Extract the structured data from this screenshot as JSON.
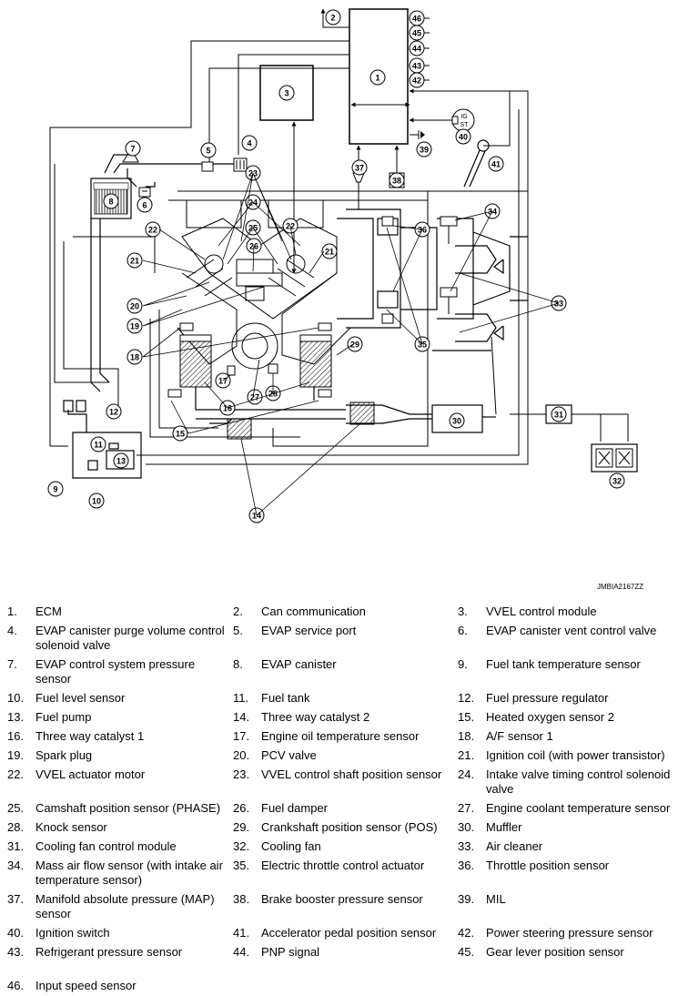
{
  "figure_id": "JMBIA2167ZZ",
  "callouts": {
    "1": "1",
    "2": "2",
    "3": "3",
    "4": "4",
    "5": "5",
    "6": "6",
    "7": "7",
    "8": "8",
    "9": "9",
    "10": "10",
    "11": "11",
    "12": "12",
    "13": "13",
    "14": "14",
    "15": "15",
    "16": "16",
    "17": "17",
    "18": "18",
    "19": "19",
    "20": "20",
    "21": "21",
    "22": "22",
    "23": "23",
    "24": "24",
    "25": "25",
    "26": "26",
    "27": "27",
    "28": "28",
    "29": "29",
    "30": "30",
    "31": "31",
    "32": "32",
    "33": "33",
    "34": "34",
    "35": "35",
    "36": "36",
    "37": "37",
    "38": "38",
    "39": "39",
    "40": "40",
    "41": "41",
    "42": "42",
    "43": "43",
    "44": "44",
    "45": "45",
    "46": "46"
  },
  "ignition_labels": {
    "ig": "IG",
    "st": "ST"
  },
  "legend": [
    [
      {
        "num": "1.",
        "text": "ECM"
      },
      {
        "num": "2.",
        "text": "Can communication"
      },
      {
        "num": "3.",
        "text": "VVEL control module"
      }
    ],
    [
      {
        "num": "4.",
        "text": "EVAP canister purge volume control solenoid valve"
      },
      {
        "num": "5.",
        "text": "EVAP service port"
      },
      {
        "num": "6.",
        "text": "EVAP canister vent control valve"
      }
    ],
    [
      {
        "num": "7.",
        "text": "EVAP control system pressure sensor"
      },
      {
        "num": "8.",
        "text": "EVAP canister"
      },
      {
        "num": "9.",
        "text": "Fuel tank temperature sensor"
      }
    ],
    [
      {
        "num": "10.",
        "text": "Fuel level sensor"
      },
      {
        "num": "11.",
        "text": "Fuel tank"
      },
      {
        "num": "12.",
        "text": "Fuel pressure regulator"
      }
    ],
    [
      {
        "num": "13.",
        "text": "Fuel pump"
      },
      {
        "num": "14.",
        "text": "Three way catalyst 2"
      },
      {
        "num": "15.",
        "text": "Heated oxygen sensor 2"
      }
    ],
    [
      {
        "num": "16.",
        "text": "Three way catalyst 1"
      },
      {
        "num": "17.",
        "text": "Engine oil temperature sensor"
      },
      {
        "num": "18.",
        "text": "A/F sensor 1"
      }
    ],
    [
      {
        "num": "19.",
        "text": "Spark plug"
      },
      {
        "num": "20.",
        "text": "PCV valve"
      },
      {
        "num": "21.",
        "text": "Ignition coil (with power transistor)"
      }
    ],
    [
      {
        "num": "22.",
        "text": "VVEL actuator motor"
      },
      {
        "num": "23.",
        "text": "VVEL control shaft position sensor"
      },
      {
        "num": "24.",
        "text": "Intake valve timing control solenoid valve"
      }
    ],
    [
      {
        "num": "25.",
        "text": "Camshaft position sensor (PHASE)"
      },
      {
        "num": "26.",
        "text": "Fuel damper"
      },
      {
        "num": "27.",
        "text": "Engine coolant temperature sensor"
      }
    ],
    [
      {
        "num": "28.",
        "text": "Knock sensor"
      },
      {
        "num": "29.",
        "text": "Crankshaft position sensor (POS)"
      },
      {
        "num": "30.",
        "text": "Muffler"
      }
    ],
    [
      {
        "num": "31.",
        "text": "Cooling fan control module"
      },
      {
        "num": "32.",
        "text": "Cooling fan"
      },
      {
        "num": "33.",
        "text": "Air cleaner"
      }
    ],
    [
      {
        "num": "34.",
        "text": "Mass air flow sensor (with intake air temperature sensor)"
      },
      {
        "num": "35.",
        "text": "Electric throttle control actuator"
      },
      {
        "num": "36.",
        "text": "Throttle position sensor"
      }
    ],
    [
      {
        "num": "37.",
        "text": "Manifold absolute pressure (MAP) sensor"
      },
      {
        "num": "38.",
        "text": "Brake booster pressure sensor"
      },
      {
        "num": "39.",
        "text": "MIL"
      }
    ],
    [
      {
        "num": "40.",
        "text": "Ignition switch"
      },
      {
        "num": "41.",
        "text": "Accelerator pedal position sensor"
      },
      {
        "num": "42.",
        "text": "Power steering pressure sensor"
      }
    ],
    [
      {
        "num": "43.",
        "text": "Refrigerant pressure sensor"
      },
      {
        "num": "44.",
        "text": "PNP signal"
      },
      {
        "num": "45.",
        "text": "Gear lever position sensor"
      }
    ],
    [
      {
        "num": "46.",
        "text": "Input speed sensor"
      }
    ]
  ]
}
